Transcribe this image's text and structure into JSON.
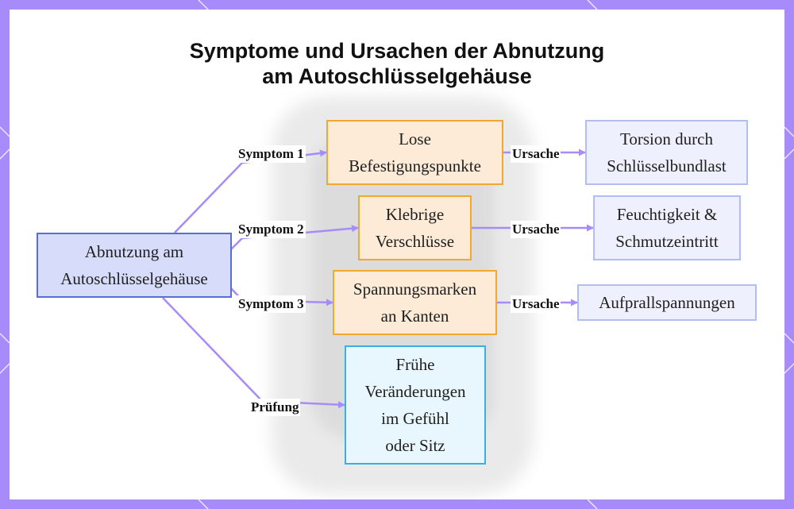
{
  "title": {
    "line1": "Symptome und Ursachen der Abnutzung",
    "line2": "am Autoschlüsselgehäuse"
  },
  "nodes": {
    "root": "Abnutzung am\nAutoschlüsselgehäuse",
    "symptom1": "Lose\nBefestigungspunkte",
    "symptom2": "Klebrige\nVerschlüsse",
    "symptom3": "Spannungsmarken\nan Kanten",
    "check": "Frühe\nVeränderungen\nim Gefühl\noder Sitz",
    "cause1": "Torsion durch\nSchlüsselbundlast",
    "cause2": "Feuchtigkeit &\nSchmutzeintritt",
    "cause3": "Aufprallspannungen"
  },
  "edge_labels": {
    "symptom1": "Symptom 1",
    "symptom2": "Symptom 2",
    "symptom3": "Symptom 3",
    "check": "Prüfung",
    "cause1": "Ursache",
    "cause2": "Ursache",
    "cause3": "Ursache"
  },
  "colors": {
    "frame": "#a78bfa",
    "edge": "#a78bfa",
    "root_fill": "#d7dcfb",
    "root_border": "#5a6ed1",
    "symptom_fill": "#fdebd7",
    "symptom_border": "#f0a830",
    "cause_fill": "#eef0fd",
    "cause_border": "#b3bef0",
    "check_fill": "#e8f6fd",
    "check_border": "#39afe2"
  }
}
